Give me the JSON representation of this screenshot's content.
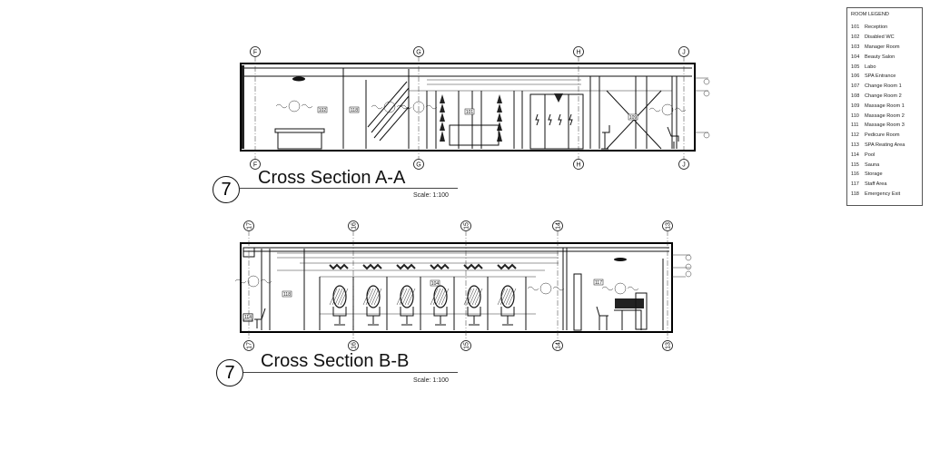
{
  "legend": {
    "title": "ROOM LEGEND",
    "items": [
      {
        "num": "101",
        "name": "Reception"
      },
      {
        "num": "102",
        "name": "Disabled WC"
      },
      {
        "num": "103",
        "name": "Manager Room"
      },
      {
        "num": "104",
        "name": "Beauty Salon"
      },
      {
        "num": "105",
        "name": "Labo"
      },
      {
        "num": "106",
        "name": "SPA Entrance"
      },
      {
        "num": "107",
        "name": "Change Room 1"
      },
      {
        "num": "108",
        "name": "Change Room 2"
      },
      {
        "num": "109",
        "name": "Massage Room 1"
      },
      {
        "num": "110",
        "name": "Massage Room 2"
      },
      {
        "num": "111",
        "name": "Massage Room 3"
      },
      {
        "num": "112",
        "name": "Pedicure Room"
      },
      {
        "num": "113",
        "name": "SPA Reating Area"
      },
      {
        "num": "114",
        "name": "Pool"
      },
      {
        "num": "115",
        "name": "Sauna"
      },
      {
        "num": "116",
        "name": "Storage"
      },
      {
        "num": "117",
        "name": "Staff Area"
      },
      {
        "num": "118",
        "name": "Emergency Exit"
      }
    ]
  },
  "section_a": {
    "number": "7",
    "title": "Cross Section A-A",
    "scale": "Scale: 1:100",
    "grid_labels": [
      "F",
      "G",
      "H",
      "J"
    ],
    "room_tags": [
      "102",
      "118",
      "101",
      "109"
    ]
  },
  "section_b": {
    "number": "7",
    "title": "Cross Section B-B",
    "scale": "Scale: 1:100",
    "grid_labels": [
      "17",
      "16",
      "15",
      "14",
      "13"
    ],
    "room_tags": [
      "118",
      "104",
      "117",
      "114"
    ]
  }
}
